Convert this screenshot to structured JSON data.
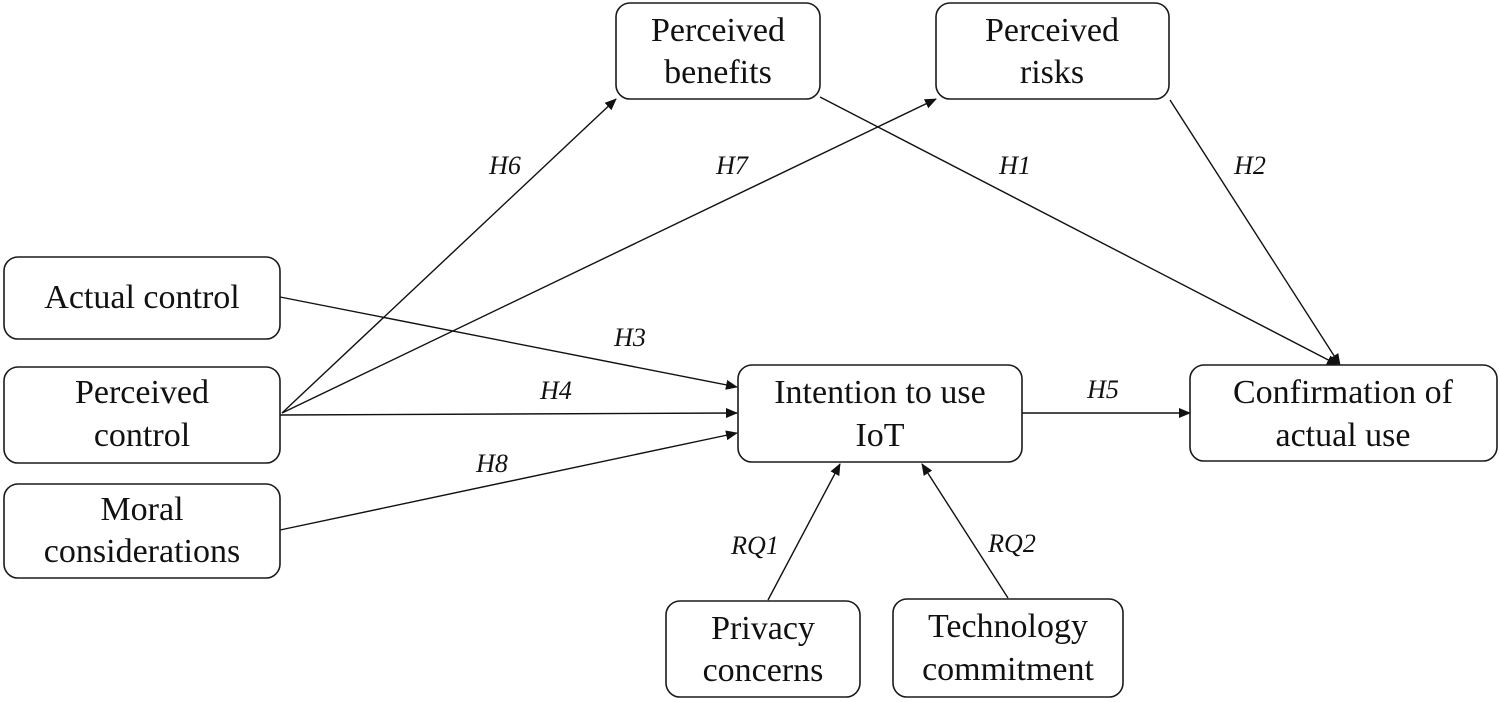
{
  "nodes": {
    "perceived_benefits": {
      "line1": "Perceived",
      "line2": "benefits"
    },
    "perceived_risks": {
      "line1": "Perceived",
      "line2": "risks"
    },
    "actual_control": {
      "line1": "Actual control"
    },
    "perceived_control": {
      "line1": "Perceived",
      "line2": "control"
    },
    "moral_considerations": {
      "line1": "Moral",
      "line2": "considerations"
    },
    "intention_to_use": {
      "line1": "Intention to use",
      "line2": "IoT"
    },
    "confirmation_of_use": {
      "line1": "Confirmation of",
      "line2": "actual use"
    },
    "privacy_concerns": {
      "line1": "Privacy",
      "line2": "concerns"
    },
    "technology_commitment": {
      "line1": "Technology",
      "line2": "commitment"
    }
  },
  "edges": [
    {
      "id": "h1",
      "label": "H1",
      "from": "Perceived benefits",
      "to": "Confirmation of actual use"
    },
    {
      "id": "h2",
      "label": "H2",
      "from": "Perceived risks",
      "to": "Confirmation of actual use"
    },
    {
      "id": "h3",
      "label": "H3",
      "from": "Actual control",
      "to": "Intention to use IoT"
    },
    {
      "id": "h4",
      "label": "H4",
      "from": "Perceived control",
      "to": "Intention to use IoT"
    },
    {
      "id": "h5",
      "label": "H5",
      "from": "Intention to use IoT",
      "to": "Confirmation of actual use"
    },
    {
      "id": "h6",
      "label": "H6",
      "from": "Perceived control",
      "to": "Perceived benefits"
    },
    {
      "id": "h7",
      "label": "H7",
      "from": "Perceived control",
      "to": "Perceived risks"
    },
    {
      "id": "h8",
      "label": "H8",
      "from": "Moral considerations",
      "to": "Intention to use IoT"
    },
    {
      "id": "rq1",
      "label": "RQ1",
      "from": "Privacy concerns",
      "to": "Intention to use IoT"
    },
    {
      "id": "rq2",
      "label": "RQ2",
      "from": "Technology commitment",
      "to": "Intention to use IoT"
    }
  ]
}
